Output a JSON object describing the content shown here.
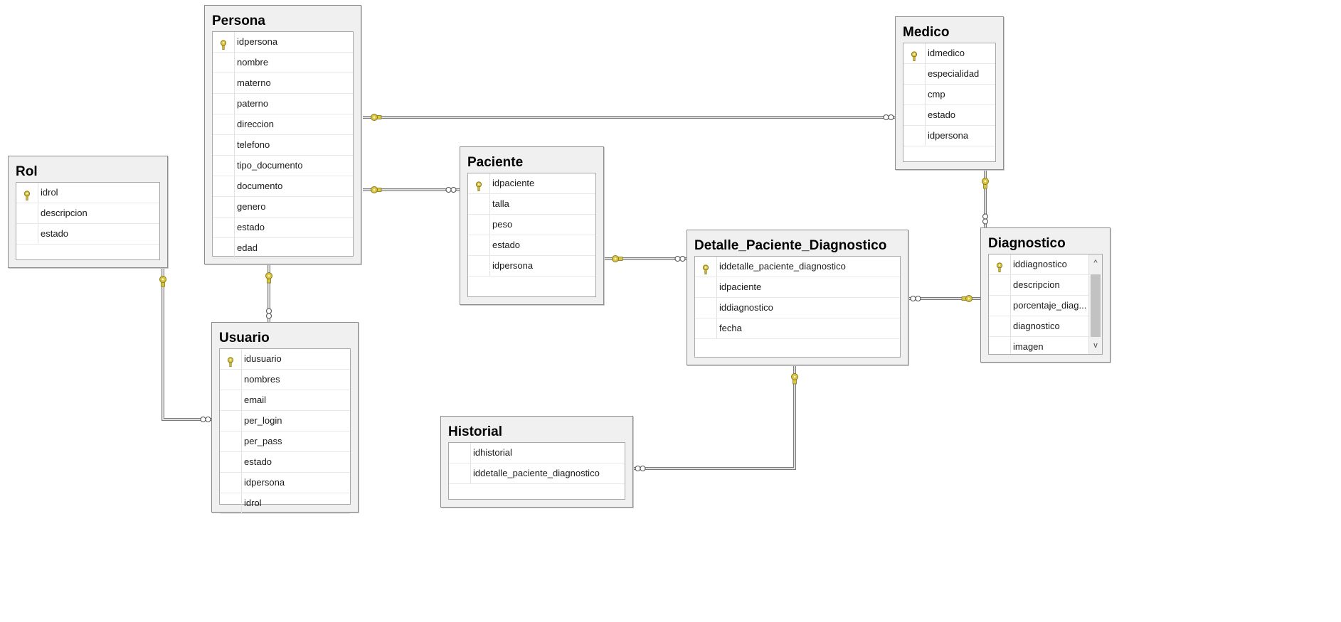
{
  "tables": {
    "persona": {
      "title": "Persona",
      "columns": [
        "idpersona",
        "nombre",
        "materno",
        "paterno",
        "direccion",
        "telefono",
        "tipo_documento",
        "documento",
        "genero",
        "estado",
        "edad"
      ],
      "pk": [
        0
      ]
    },
    "rol": {
      "title": "Rol",
      "columns": [
        "idrol",
        "descripcion",
        "estado"
      ],
      "pk": [
        0
      ]
    },
    "usuario": {
      "title": "Usuario",
      "columns": [
        "idusuario",
        "nombres",
        "email",
        "per_login",
        "per_pass",
        "estado",
        "idpersona",
        "idrol"
      ],
      "pk": [
        0
      ]
    },
    "paciente": {
      "title": "Paciente",
      "columns": [
        "idpaciente",
        "talla",
        "peso",
        "estado",
        "idpersona"
      ],
      "pk": [
        0
      ]
    },
    "medico": {
      "title": "Medico",
      "columns": [
        "idmedico",
        "especialidad",
        "cmp",
        "estado",
        "idpersona"
      ],
      "pk": [
        0
      ]
    },
    "detalle": {
      "title": "Detalle_Paciente_Diagnostico",
      "columns": [
        "iddetalle_paciente_diagnostico",
        "idpaciente",
        "iddiagnostico",
        "fecha"
      ],
      "pk": [
        0
      ]
    },
    "diagnostico": {
      "title": "Diagnostico",
      "columns": [
        "iddiagnostico",
        "descripcion",
        "porcentaje_diag...",
        "diagnostico",
        "imagen"
      ],
      "pk": [
        0
      ],
      "scroll": {
        "up": "^",
        "down": "v"
      }
    },
    "historial": {
      "title": "Historial",
      "columns": [
        "idhistorial",
        "iddetalle_paciente_diagnostico"
      ],
      "pk": []
    }
  },
  "icons": {
    "primary_key": "key-icon",
    "one_end": "key-icon",
    "many_end": "infinity-icon"
  },
  "colors": {
    "line": "#7a7a7a",
    "key": "#d8c448",
    "key_border": "#8a7a10"
  }
}
